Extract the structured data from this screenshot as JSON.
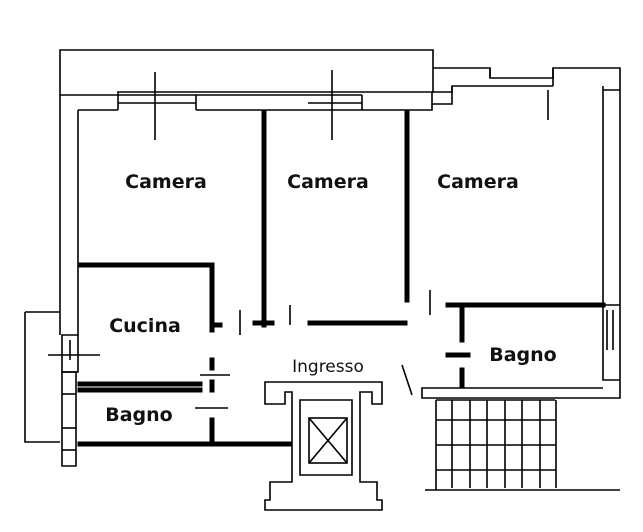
{
  "plan": {
    "rooms": [
      {
        "id": "camera-1",
        "label": "Camera"
      },
      {
        "id": "camera-2",
        "label": "Camera"
      },
      {
        "id": "camera-3",
        "label": "Camera"
      },
      {
        "id": "cucina",
        "label": "Cucina"
      },
      {
        "id": "ingresso",
        "label": "Ingresso"
      },
      {
        "id": "bagno-right",
        "label": "Bagno"
      },
      {
        "id": "bagno-left",
        "label": "Bagno"
      }
    ]
  }
}
